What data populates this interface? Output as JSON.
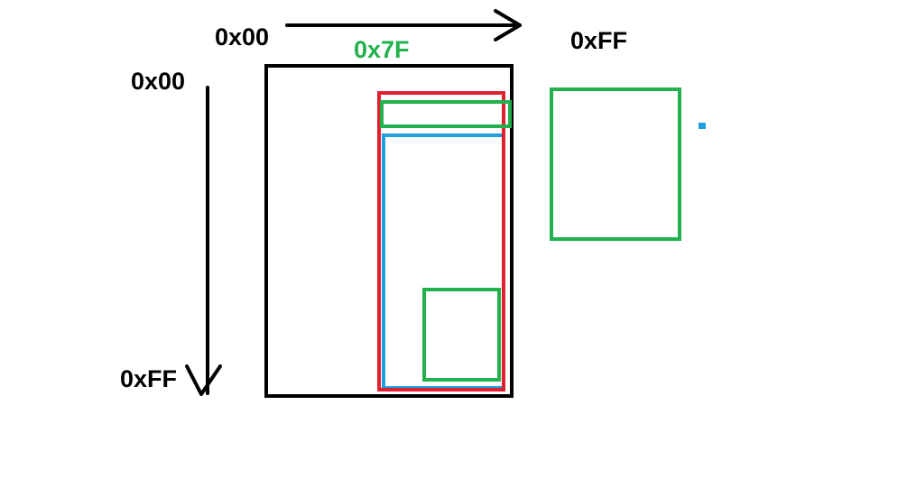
{
  "labels": {
    "x_start": "0x00",
    "x_mid": "0x7F",
    "x_end": "0xFF",
    "y_start": "0x00",
    "y_end": "0xFF"
  },
  "colors": {
    "axis": "#000000",
    "outline": "#000000",
    "red": "#e0202e",
    "green": "#22b14c",
    "blue": "#1e9fe0",
    "mid_label": "#22b14c"
  }
}
